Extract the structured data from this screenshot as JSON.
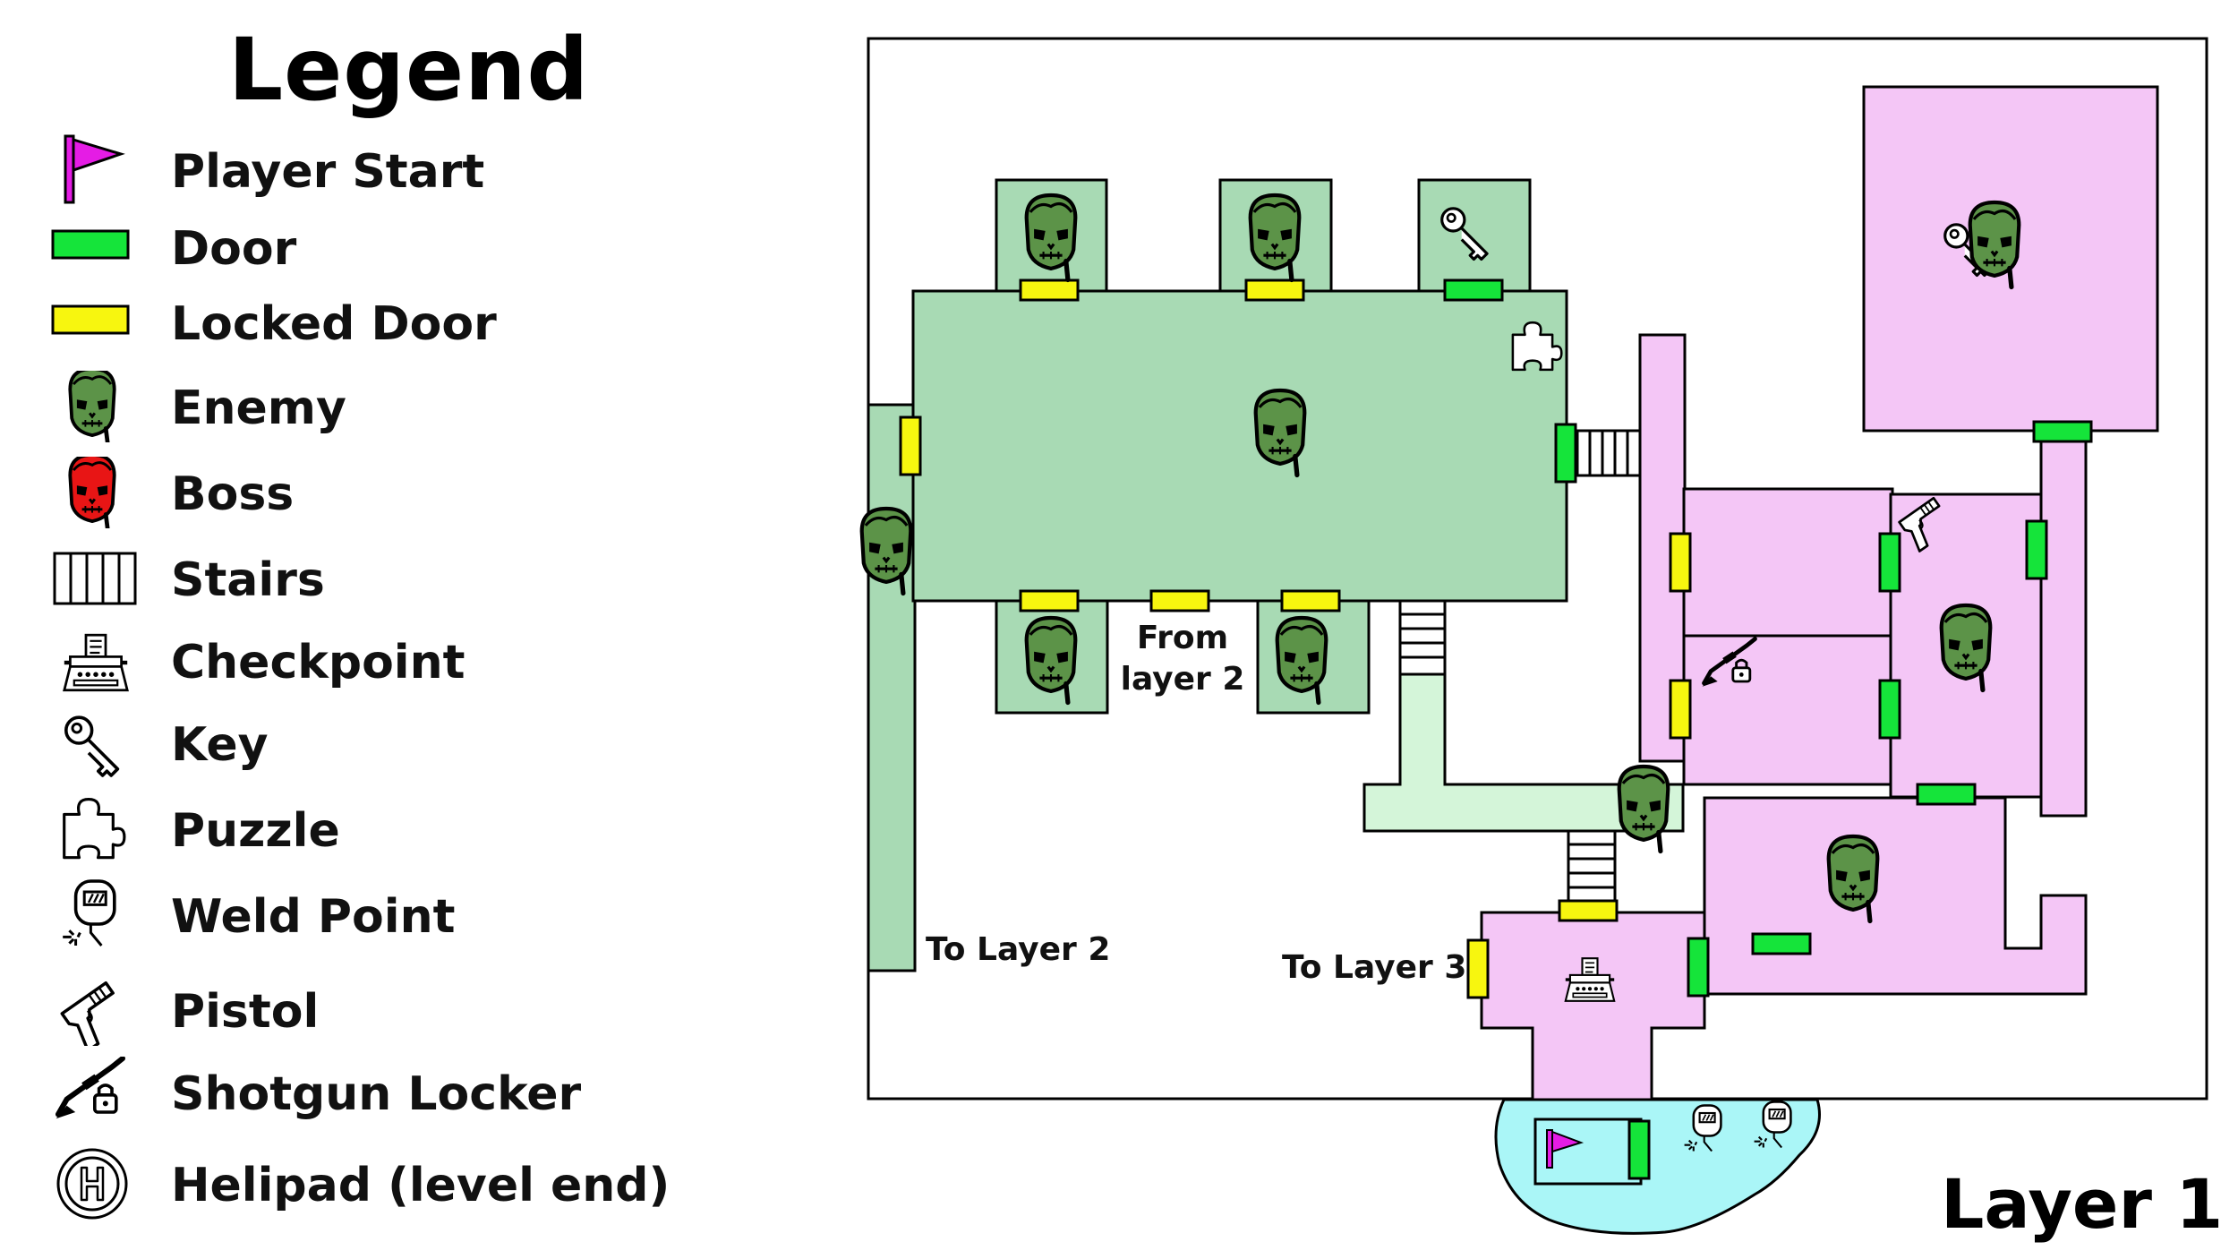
{
  "legend": {
    "title": "Legend",
    "items": [
      {
        "id": "player-start",
        "label": "Player Start",
        "icon": "flag-icon"
      },
      {
        "id": "door",
        "label": "Door",
        "icon": "door-icon"
      },
      {
        "id": "locked-door",
        "label": "Locked Door",
        "icon": "locked-door-icon"
      },
      {
        "id": "enemy",
        "label": "Enemy",
        "icon": "zombie-icon"
      },
      {
        "id": "boss",
        "label": "Boss",
        "icon": "boss-icon"
      },
      {
        "id": "stairs",
        "label": "Stairs",
        "icon": "stairs-icon"
      },
      {
        "id": "checkpoint",
        "label": "Checkpoint",
        "icon": "typewriter-icon"
      },
      {
        "id": "key",
        "label": "Key",
        "icon": "key-icon"
      },
      {
        "id": "puzzle",
        "label": "Puzzle",
        "icon": "puzzle-icon"
      },
      {
        "id": "weld-point",
        "label": "Weld Point",
        "icon": "weld-mask-icon"
      },
      {
        "id": "pistol",
        "label": "Pistol",
        "icon": "pistol-icon"
      },
      {
        "id": "shotgun-locker",
        "label": "Shotgun Locker",
        "icon": "shotgun-lock-icon"
      },
      {
        "id": "helipad",
        "label": "Helipad (level end)",
        "icon": "helipad-icon"
      }
    ]
  },
  "map": {
    "layer_label": "Layer 1",
    "annotations": {
      "from_layer2_line1": "From",
      "from_layer2_line2": "layer 2",
      "to_layer2": "To Layer 2",
      "to_layer3": "To Layer 3"
    }
  },
  "colors": {
    "green_zone": "#a8dab4",
    "light_green_zone": "#d4f5d9",
    "pink_zone": "#f4c6f6",
    "water": "#aaf6f7",
    "door": "#15e43a",
    "locked_door": "#f7f60f",
    "flag": "#e51ce5",
    "enemy_skin": "#5c9348",
    "boss_skin": "#e81515"
  }
}
